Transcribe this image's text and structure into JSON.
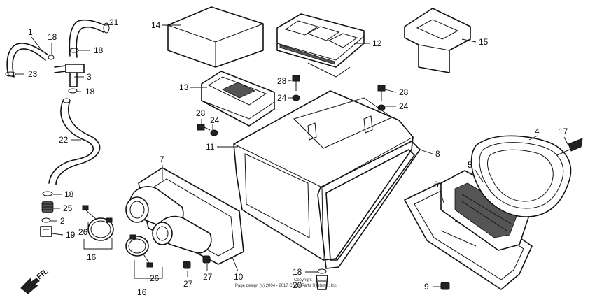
{
  "labels": {
    "p1": "1",
    "p18a": "18",
    "p21": "21",
    "p18b": "18",
    "p23": "23",
    "p3": "3",
    "p18c": "18",
    "p22": "22",
    "p18d": "18",
    "p25": "25",
    "p2": "2",
    "p19": "19",
    "p14": "14",
    "p12": "12",
    "p15": "15",
    "p13": "13",
    "p28a": "28",
    "p24a": "24",
    "p28b": "28",
    "p24b": "24",
    "p28c": "28",
    "p24c": "24",
    "p11": "11",
    "p7": "7",
    "p8": "8",
    "p4": "4",
    "p17": "17",
    "p5": "5",
    "p6": "6",
    "p26a": "26",
    "p16a": "16",
    "p26b": "26",
    "p16b": "16",
    "p27a": "27",
    "p27b": "27",
    "p10": "10",
    "p18e": "18",
    "p20": "20",
    "p9": "9"
  },
  "front_arrow": "FR.",
  "copyright": {
    "line1": "Copyright",
    "line2": "Page design (c) 2004 - 2017 Cross Parts Systems, Inc."
  }
}
